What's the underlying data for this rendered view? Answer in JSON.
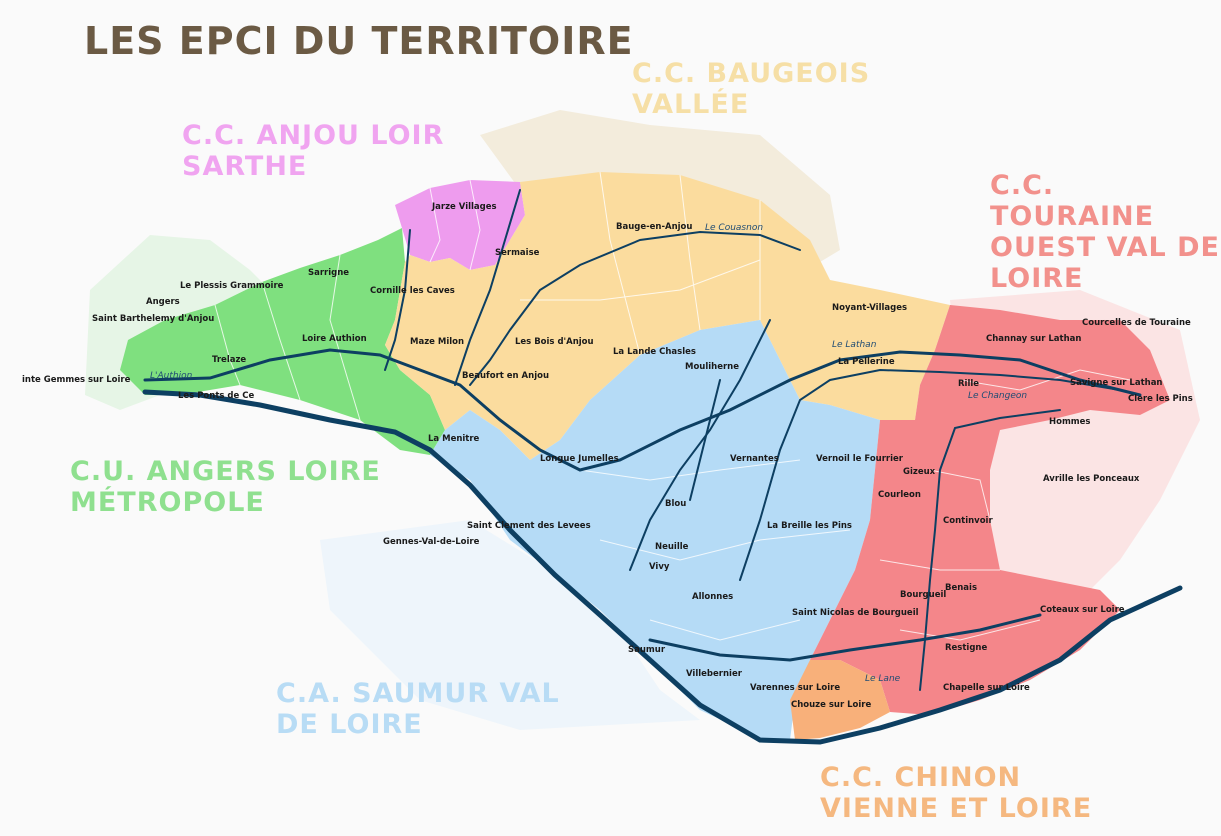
{
  "title": "LES EPCI DU TERRITOIRE",
  "epci": {
    "baugeois": {
      "line1": "C.C. BAUGEOIS",
      "line2": "VALLÉE",
      "color": "#f6dfa6"
    },
    "anjou_loir_sarthe": {
      "line1": "C.C. ANJOU LOIR",
      "line2": "SARTHE",
      "color": "#f0a4f0"
    },
    "touraine": {
      "line1": "C.C. TOURAINE",
      "line2": "OUEST VAL DE",
      "line3": "LOIRE",
      "color": "#f2918c"
    },
    "angers": {
      "line1": "C.U. ANGERS LOIRE",
      "line2": "MÉTROPOLE",
      "color": "#8fe08f"
    },
    "saumur": {
      "line1": "C.A. SAUMUR VAL",
      "line2": "DE LOIRE",
      "color": "#b8dcf5"
    },
    "chinon": {
      "line1": "C.C. CHINON",
      "line2": "VIENNE ET LOIRE",
      "color": "#f5b880"
    }
  },
  "fills": {
    "angers": "#7fe07f",
    "anjou": "#ee9cee",
    "baugeois": "#fbdc9e",
    "saumur": "#b5dbf6",
    "touraine": "#f4868a",
    "chinon": "#f8b07a",
    "river": "#0d3f62"
  },
  "communes": [
    "Jarze Villages",
    "Bauge-en-Anjou",
    "Sermaise",
    "Sarrigne",
    "Le Plessis Grammoire",
    "Angers",
    "Saint Barthelemy d'Anjou",
    "Cornille les Caves",
    "Loire Authion",
    "Maze Milon",
    "Les Bois d'Anjou",
    "La Lande Chasles",
    "Noyant-Villages",
    "Trelaze",
    "inte Gemmes sur Loire",
    "Les Ponts de Ce",
    "Beaufort en Anjou",
    "Mouliherne",
    "La Pellerine",
    "Channay sur Lathan",
    "Courcelles de Touraine",
    "Rille",
    "Savigne sur Lathan",
    "Clere les Pins",
    "Hommes",
    "La Menitre",
    "Longue Jumelles",
    "Vernantes",
    "Vernoil le Fourrier",
    "Gizeux",
    "Courleon",
    "Avrille les Ponceaux",
    "Blou",
    "Continvoir",
    "Saint Clement des Levees",
    "Gennes-Val-de-Loire",
    "La Breille les Pins",
    "Neuille",
    "Vivy",
    "Bourgueil",
    "Benais",
    "Allonnes",
    "Saint Nicolas de Bourgueil",
    "Coteaux sur Loire",
    "Restigne",
    "Saumur",
    "Villebernier",
    "Varennes sur Loire",
    "Chouze sur Loire",
    "Chapelle sur Loire"
  ],
  "rivers": [
    "L'Authion",
    "Le Couasnon",
    "Le Lathan",
    "Le Changeon",
    "Le Lane"
  ]
}
